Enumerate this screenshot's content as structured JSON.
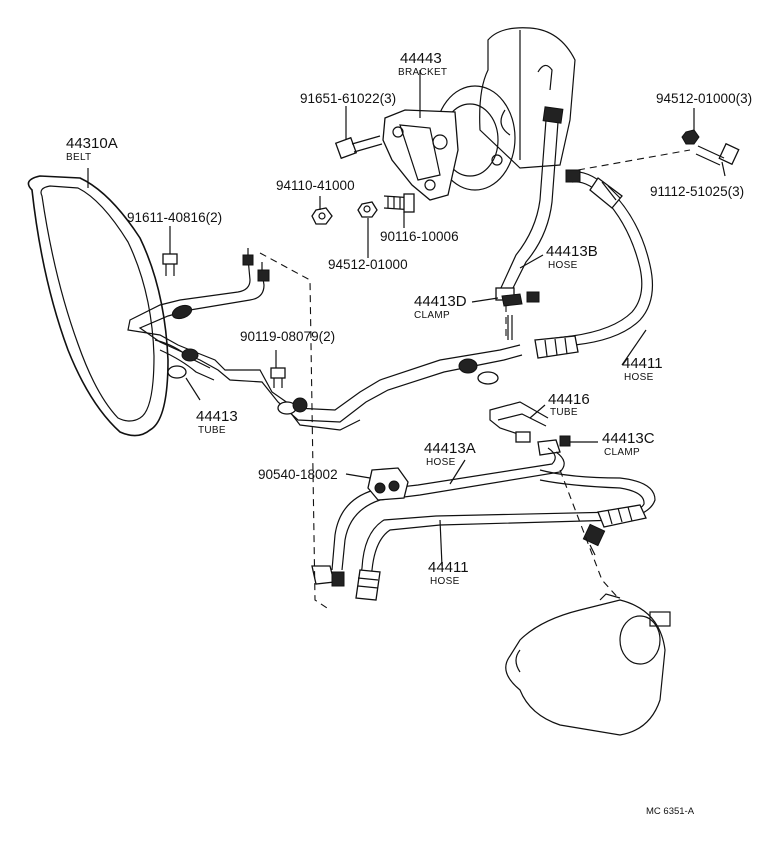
{
  "labels": {
    "p44443": "44443",
    "bracket": "BRACKET",
    "p91651": "91651-61022(3)",
    "p94512a": "94512-01000(3)",
    "p91112": "91112-51025(3)",
    "p44310A": "44310A",
    "belt": "BELT",
    "p94110": "94110-41000",
    "p91611": "91611-40816(2)",
    "p90116": "90116-10006",
    "p94512b": "94512-01000",
    "p44413B": "44413B",
    "hose_b": "HOSE",
    "p44413D": "44413D",
    "clamp_d": "CLAMP",
    "p90119": "90119-08079(2)",
    "p44411a": "44411",
    "hose_a": "HOSE",
    "p44413": "44413",
    "tube": "TUBE",
    "p44416": "44416",
    "tube2": "TUBE",
    "p44413A": "44413A",
    "hose_c": "HOSE",
    "p44413C": "44413C",
    "clamp_c": "CLAMP",
    "p90540": "90540-18002",
    "p44411b": "44411",
    "hose_d": "HOSE",
    "code": "MC 6351-A"
  },
  "parts": [
    {
      "name": "pump-bracket-icon"
    },
    {
      "name": "power-steering-pump-icon"
    },
    {
      "name": "drive-belt-icon"
    },
    {
      "name": "bolt-icon"
    },
    {
      "name": "nut-icon"
    },
    {
      "name": "stud-icon"
    },
    {
      "name": "clamp-icon"
    },
    {
      "name": "hose-icon"
    },
    {
      "name": "tube-icon"
    },
    {
      "name": "grommet-icon"
    },
    {
      "name": "steering-gear-box-icon"
    }
  ]
}
